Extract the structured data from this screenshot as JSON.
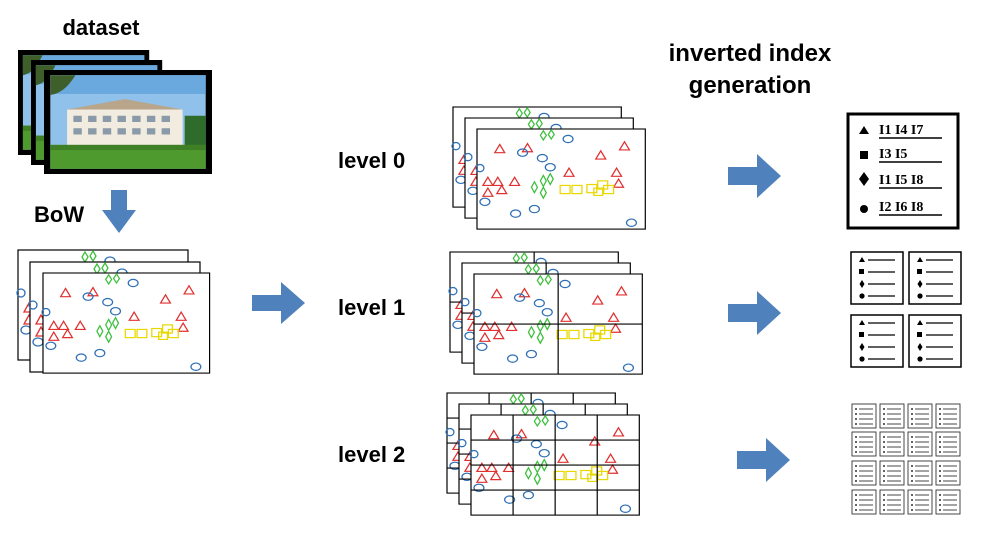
{
  "labels": {
    "dataset": "dataset",
    "bow": "BoW",
    "inverted_index_line1": "inverted index",
    "inverted_index_line2": "generation",
    "level0": "level 0",
    "level1": "level 1",
    "level2": "level 2"
  },
  "index_rows": [
    {
      "symbol": "triangle",
      "text": "I1 I4 I7"
    },
    {
      "symbol": "square",
      "text": "I3 I5"
    },
    {
      "symbol": "diamond",
      "text": "I1 I5 I8"
    },
    {
      "symbol": "circle",
      "text": "I2 I6 I8"
    }
  ],
  "colors": {
    "arrow": "#4f81bd",
    "triangle": "#e03030",
    "diamond": "#3cbf3c",
    "square": "#e8d800",
    "circle": "#2e6fb5",
    "border": "#000000"
  },
  "icons": [
    "photo-stack",
    "down-arrow",
    "right-arrow",
    "document-list-icon"
  ]
}
